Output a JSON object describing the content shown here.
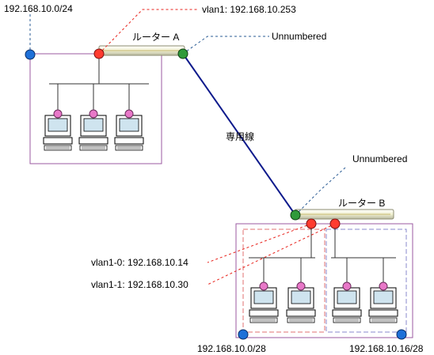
{
  "labels": {
    "net_a": "192.168.10.0/24",
    "vlan1": "vlan1: 192.168.10.253",
    "router_a": "ルーター A",
    "unnumbered_a": "Unnumbered",
    "leased_line": "専用線",
    "unnumbered_b": "Unnumbered",
    "router_b": "ルーター B",
    "vlan1_0": "vlan1-0: 192.168.10.14",
    "vlan1_1": "vlan1-1: 192.168.10.30",
    "net_b1": "192.168.10.0/28",
    "net_b2": "192.168.10.16/28"
  },
  "colors": {
    "red_port": "#ff3b2f",
    "green_port": "#2f9a3a",
    "blue_port": "#1e70d8",
    "pc_port": "#e878c8",
    "frame": "#9b5aa0",
    "line": "#0e1a8c",
    "callout_red": "#e8221b",
    "callout_blue": "#2a5b94",
    "screen": "#cfe4ef",
    "router_body": "#f0f0d0"
  },
  "icons": [
    "router-icon",
    "pc-icon",
    "port-dot"
  ]
}
